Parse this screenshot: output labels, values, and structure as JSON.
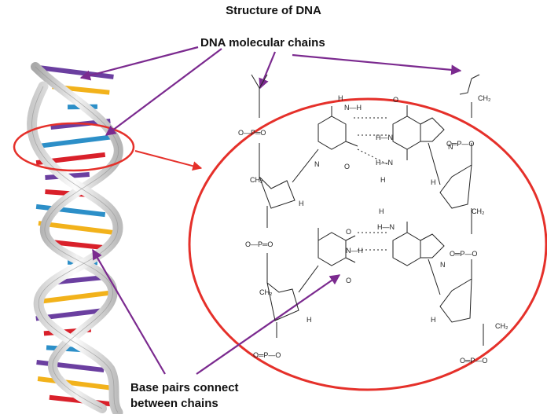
{
  "title": "Structure of DNA",
  "labels": {
    "molecular_chains": "DNA molecular chains",
    "base_pairs_line1": "Base pairs connect",
    "base_pairs_line2": "between chains"
  },
  "atoms": {
    "H": "H",
    "N": "H—N",
    "NH": "N—H",
    "O": "O",
    "P": "P",
    "N_atom": "N",
    "CH2": "CH₂",
    "P_group": "O═P—O",
    "P_group_right": "O═P—O",
    "P_group_top": "O—P═O"
  },
  "colors": {
    "arrow": "#7b2a8f",
    "highlight": "#e5302a",
    "backbone": "#d9d9d9",
    "base_blue": "#2c8fc8",
    "base_yellow": "#f2b21b",
    "base_purple": "#6b3fa0",
    "base_red": "#d9202a"
  },
  "helix": {
    "rungs": [
      "purple",
      "yellow",
      "blue",
      "purple",
      "blue",
      "red",
      "purple",
      "red",
      "blue",
      "yellow",
      "red",
      "blue",
      "purple",
      "yellow",
      "purple",
      "red",
      "blue",
      "purple",
      "yellow",
      "red"
    ]
  }
}
